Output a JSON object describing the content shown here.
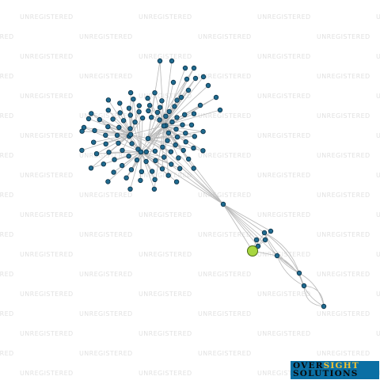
{
  "watermark": {
    "text": "UNREGISTERED"
  },
  "logo": {
    "word1": "OVER",
    "word2": "SIGHT",
    "line2": "SOLUTIONS"
  },
  "graph": {
    "node_count": 139,
    "focus_node_count": 1,
    "colors": {
      "node": "#1f6a8f",
      "node_outline": "#0c2f44",
      "focus_node": "#a7d640",
      "edge": "#b8b8b8",
      "watermark": "#e2e2e2",
      "logo_bg": "#0b6fa4",
      "logo_gold": "#f2c230"
    }
  }
}
